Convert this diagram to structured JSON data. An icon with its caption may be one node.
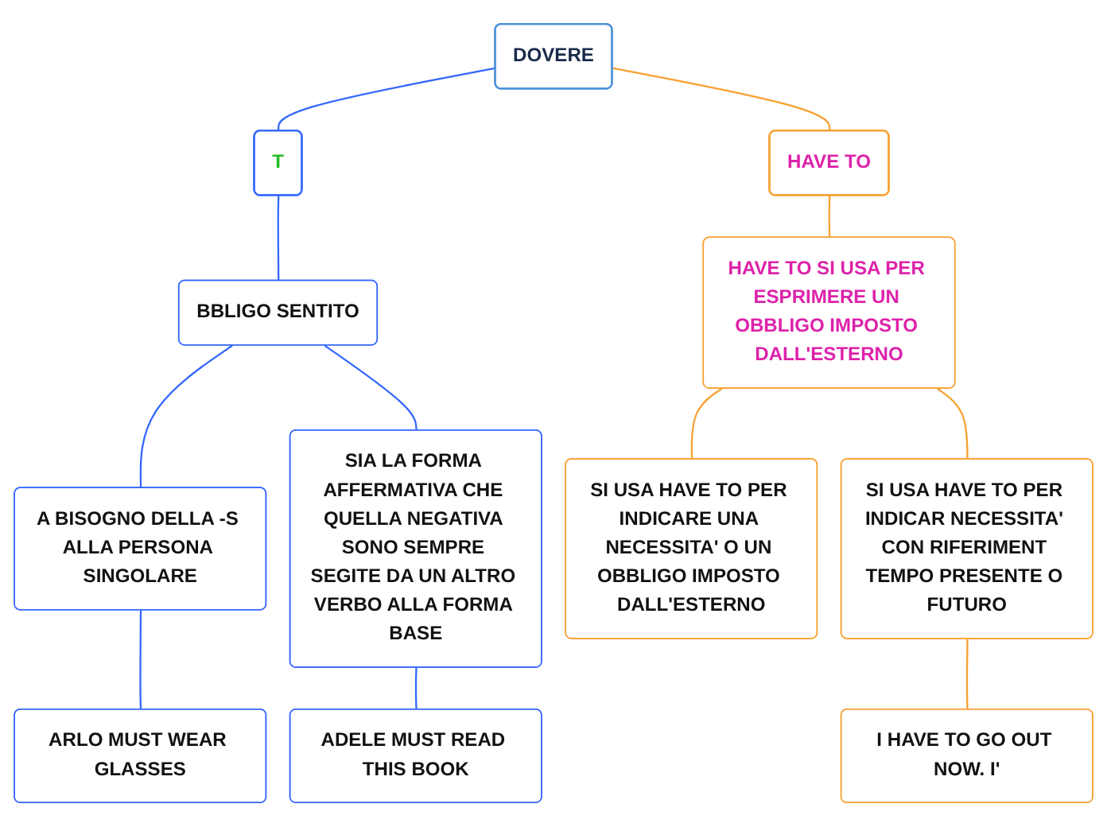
{
  "diagram": {
    "nodes": [
      {
        "text": [
          "DOVERE"
        ]
      },
      {
        "text": [
          "T"
        ]
      },
      {
        "text": [
          "BBLIGO SENTITO"
        ]
      },
      {
        "text": [
          "A BISOGNO DELLA -S ALLA PERSONA SINGOLARE"
        ]
      },
      {
        "text": [
          "ARLO MUST WEAR GLASSES"
        ]
      },
      {
        "text": [
          "SIA LA FORMA AFFERMATIVA CHE QUELLA NEGATIVA SONO SEMPRE SEGITE DA UN ALTRO VERBO ALLA FORMA BASE"
        ]
      },
      {
        "text": [
          "ADELE MUST READ THIS BOOK"
        ]
      },
      {
        "text": [
          "HAVE TO"
        ]
      },
      {
        "text": [
          "HAVE TO SI USA PER ESPRIMERE UN OBBLIGO IMPOSTO DALL'ESTERNO"
        ]
      },
      {
        "text": [
          "SI USA HAVE TO PER INDICARE UNA NECESSITA' O UN OBBLIGO IMPOSTO DALL'ESTERNO"
        ]
      },
      {
        "text": [
          "SI USA HAVE TO PER INDICAR NECESSITA' CON RIFERIMENT TEMPO PRESENTE O FUTURO"
        ]
      },
      {
        "text": [
          "I HAVE TO GO OUT NOW. I'"
        ]
      }
    ],
    "edges": [
      {
        "from": 0,
        "to": 1,
        "arrow": "none"
      },
      {
        "from": 0,
        "to": 7,
        "arrow": "none",
        "color": "#f7a030"
      },
      {
        "from": 1,
        "to": 2,
        "arrow": "none"
      },
      {
        "from": 2,
        "to": 3,
        "arrow": "none"
      },
      {
        "from": 2,
        "to": 5,
        "arrow": "none"
      },
      {
        "from": 3,
        "to": 4,
        "arrow": "none"
      },
      {
        "from": 5,
        "to": 6,
        "arrow": "none"
      },
      {
        "from": 7,
        "to": 8,
        "arrow": "none",
        "color": "#f7a030"
      },
      {
        "from": 8,
        "to": 9,
        "arrow": "none",
        "color": "#f7a030"
      },
      {
        "from": 8,
        "to": 10,
        "arrow": "none",
        "color": "#f7a030"
      },
      {
        "from": 10,
        "to": 11,
        "arrow": "none",
        "color": "#f7a030"
      }
    ]
  }
}
